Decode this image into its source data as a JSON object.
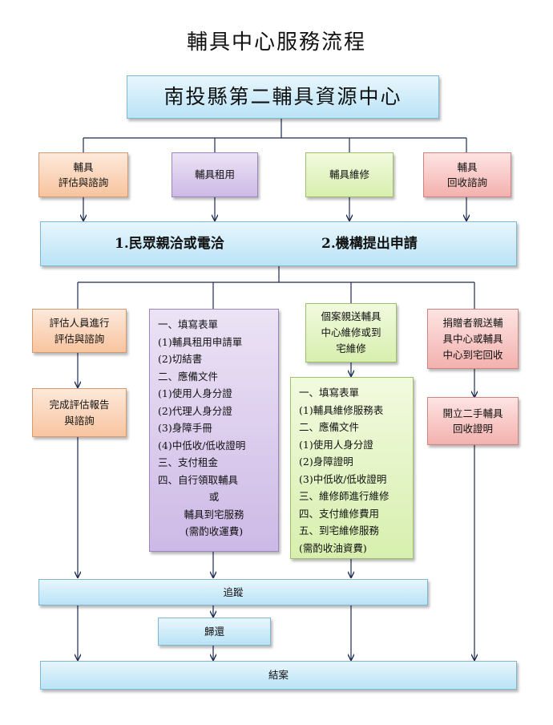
{
  "title": "輔具中心服務流程",
  "center": "南投縣第二輔具資源中心",
  "services": [
    "輔具\n評估與諮詢",
    "輔具租用",
    "輔具維修",
    "輔具\n回收諮詢"
  ],
  "request": {
    "option1": "1.民眾親洽或電洽",
    "option2": "2.機構提出申請"
  },
  "evaluation": {
    "step1": "評估人員進行\n評估與諮詢",
    "step2": "完成評估報告\n與諮詢"
  },
  "rental_steps": [
    "一、填寫表單",
    "(1)輔具租用申請單",
    "(2)切結書",
    "二、應備文件",
    "(1)使用人身分證",
    "(2)代理人身分證",
    "(3)身障手冊",
    "(4)中低收/低收證明",
    "三、支付租金",
    "四、自行領取輔具",
    "或",
    "輔具到宅服務",
    "(需酌收運費)"
  ],
  "repair_intro": "個案親送輔具\n中心維修或到\n宅維修",
  "repair_steps": [
    "一、填寫表單",
    "(1)輔具維修服務表",
    "二、應備文件",
    "(1)使用人身分證",
    "(2)身障證明",
    "(3)中低收/低收證明",
    "三、維修師進行維修",
    "四、支付維修費用",
    "五、到宅維修服務",
    "(需酌收油資費)"
  ],
  "recycle": {
    "step1": "捐贈者親送輔\n具中心或輔具\n中心到宅回收",
    "step2": "開立二手輔具\n回收證明"
  },
  "tracking": "追蹤",
  "return": "歸還",
  "close": "結案"
}
